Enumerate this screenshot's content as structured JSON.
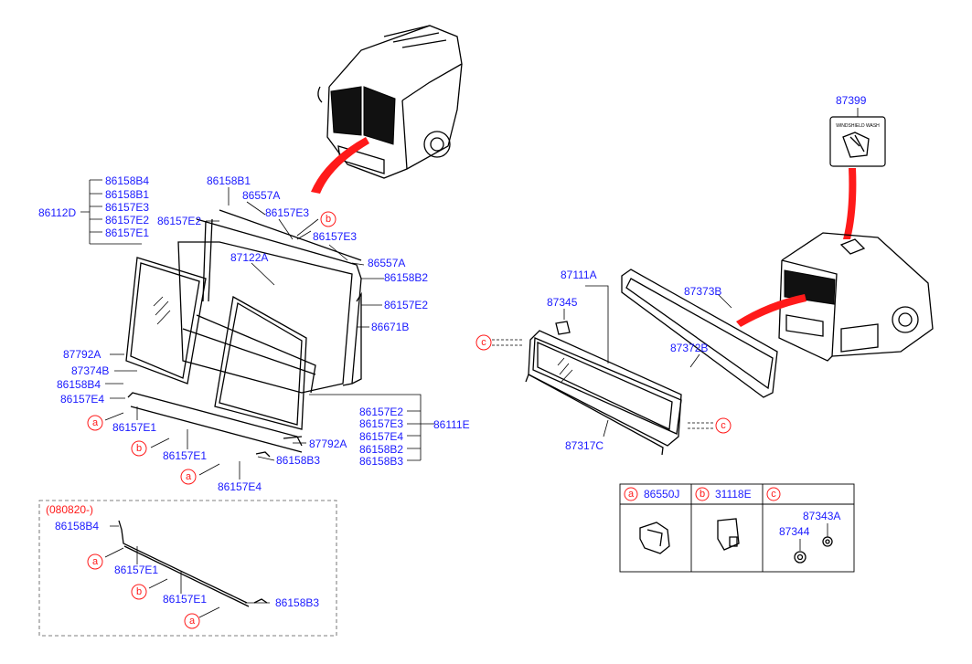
{
  "colors": {
    "label": "#1a1aff",
    "callout": "#ff1a1a",
    "arrow": "#ff1a1a",
    "line": "#000000"
  },
  "labels": {
    "p86158B4_a": "86158B4",
    "p86158B1_a": "86158B1",
    "p86157E3_a": "86157E3",
    "p86157E2_a": "86157E2",
    "p86157E1_a": "86157E1",
    "p86112D": "86112D",
    "p86158B1_b": "86158B1",
    "p86557A_a": "86557A",
    "p86157E2_b": "86157E2",
    "p86157E3_b": "86157E3",
    "p86157E3_c": "86157E3",
    "p87122A": "87122A",
    "p86557A_b": "86557A",
    "p86158B2_a": "86158B2",
    "p86157E2_c": "86157E2",
    "p86671B": "86671B",
    "p87792A_a": "87792A",
    "p87374B": "87374B",
    "p86158B4_b": "86158B4",
    "p86157E4_a": "86157E4",
    "p86157E1_b": "86157E1",
    "p86157E1_c": "86157E1",
    "p86157E4_b": "86157E4",
    "p87792A_b": "87792A",
    "p86158B3_a": "86158B3",
    "p86157E2_d": "86157E2",
    "p86157E3_d": "86157E3",
    "p86157E4_c": "86157E4",
    "p86158B2_b": "86158B2",
    "p86158B3_b": "86158B3",
    "p86111E": "86111E",
    "p87399": "87399",
    "p87111A": "87111A",
    "p87345": "87345",
    "p87373B": "87373B",
    "p87372B": "87372B",
    "p87317C": "87317C",
    "detail_date": "(080820-)",
    "p86158B4_c": "86158B4",
    "p86157E1_d": "86157E1",
    "p86157E1_e": "86157E1",
    "p86158B3_c": "86158B3",
    "t_86550J": "86550J",
    "t_31118E": "31118E",
    "t_87343A": "87343A",
    "t_87344": "87344"
  },
  "callouts": {
    "a": "a",
    "b": "b",
    "c": "c"
  },
  "sticker_text": "WINDSHIELD WASH"
}
